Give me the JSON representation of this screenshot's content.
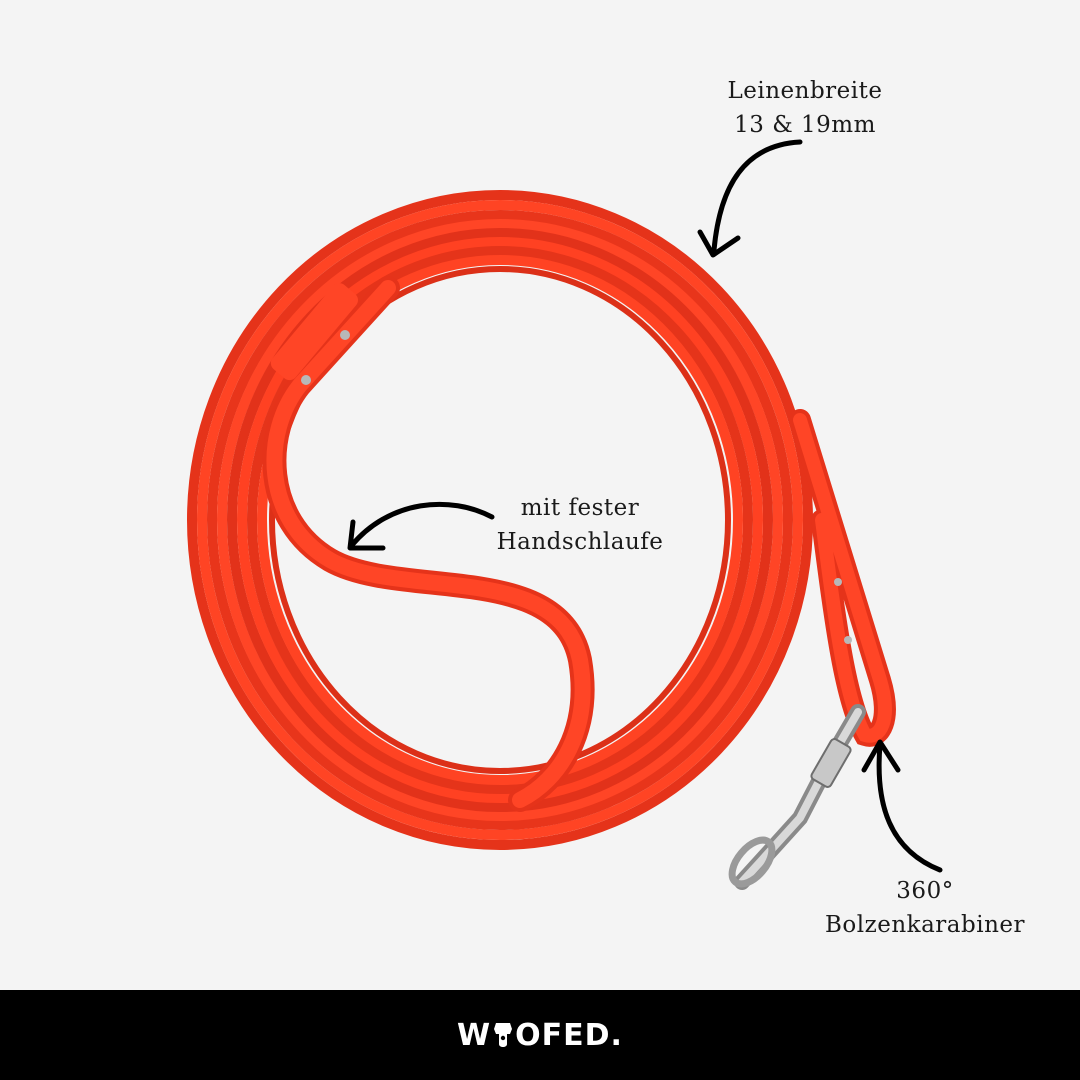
{
  "annotations": {
    "width": {
      "line1": "Leinenbreite",
      "line2": "13 & 19mm"
    },
    "handle": {
      "line1": "mit fester",
      "line2": "Handschlaufe"
    },
    "carabiner": {
      "line1": "360°",
      "line2": "Bolzenkarabiner"
    }
  },
  "brand": {
    "prefix": "W",
    "suffix": "OFED.",
    "icon": "dog-head-icon"
  },
  "colors": {
    "background": "#f4f4f4",
    "leash": "#ff3b1f",
    "leash_dark": "#d82a12",
    "footer": "#000000",
    "text": "#1a1a1a"
  }
}
